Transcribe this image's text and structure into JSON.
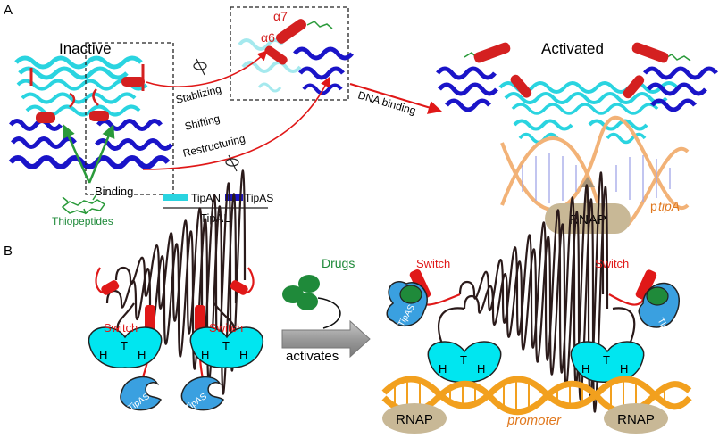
{
  "panel_a": {
    "letter": "A",
    "inactive_title": "Inactive",
    "activated_title": "Activated",
    "helix7": "α7",
    "helix6": "α6",
    "arrow_stablizing": "Stablizing",
    "arrow_shifting": "Shifting",
    "arrow_restructuring": "Restructuring",
    "dna_binding": "DNA binding",
    "binding": "Binding",
    "thiopeptides": "Thiopeptides",
    "legend_tipan": "TipAN",
    "legend_tipas": "TipAS",
    "legend_tipal": "TipAL",
    "promoter_prefix": "p",
    "promoter_gene": "tipA",
    "rnap": "RNAP"
  },
  "panel_b": {
    "letter": "B",
    "drugs": "Drugs",
    "activates": "activates",
    "switch_left": "Switch",
    "switch_right": "Switch",
    "switch_act_left": "Switch",
    "switch_act_right": "Switch",
    "hth_h": "H",
    "hth_t": "T",
    "tipas": "TipAS",
    "promoter": "promoter",
    "rnap_left": "RNAP",
    "rnap_right": "RNAP"
  },
  "colors": {
    "tipan": "#2ad4e0",
    "tipas": "#1a14c8",
    "helix": "#d42020",
    "arrow_red": "#e01818",
    "drug_green": "#1f8a3a",
    "dna_orange": "#f2a01e",
    "rnap": "#c8b896",
    "hth_cyan": "#00e6f0",
    "tipas_blue": "#3aa0e0"
  }
}
